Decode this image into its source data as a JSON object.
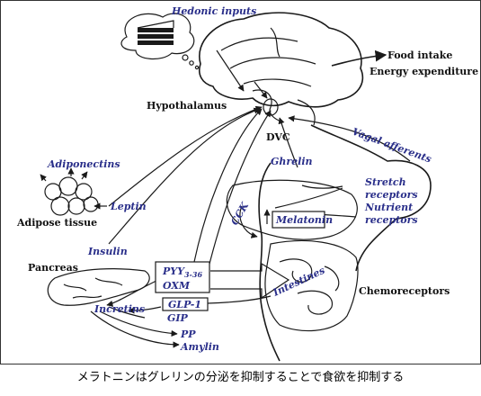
{
  "labels": {
    "hedonic_inputs": "Hedonic inputs",
    "food_intake": "Food intake",
    "energy_expenditure": "Energy expenditure",
    "hypothalamus": "Hypothalamus",
    "dvc": "DVC",
    "vagal_afferents": "Vagal afferents",
    "ghrelin": "Ghrelin",
    "stretch_receptors": "Stretch",
    "stretch_receptors_2": "receptors",
    "nutrient_receptors": "Nutrient",
    "nutrient_receptors_2": "receptors",
    "adiponectins": "Adiponectins",
    "leptin": "Leptin",
    "adipose_tissue": "Adipose tissue",
    "insulin": "Insulin",
    "pancreas": "Pancreas",
    "cck": "CCK",
    "melatonin": "Melatonin",
    "pyy": "PYY",
    "pyy_sub": "3-36",
    "oxm": "OXM",
    "glp1": "GLP-1",
    "gip": "GIP",
    "incretins": "Incretins",
    "intestines": "Intestines",
    "chemoreceptors": "Chemoreceptors",
    "pp": "PP",
    "amylin": "Amylin"
  },
  "caption": "メラトニンはグレリンの分泌を抑制することで食欲を抑制する",
  "colors": {
    "label_blue": "#2a2f8a",
    "ink": "#1a1a1a"
  }
}
